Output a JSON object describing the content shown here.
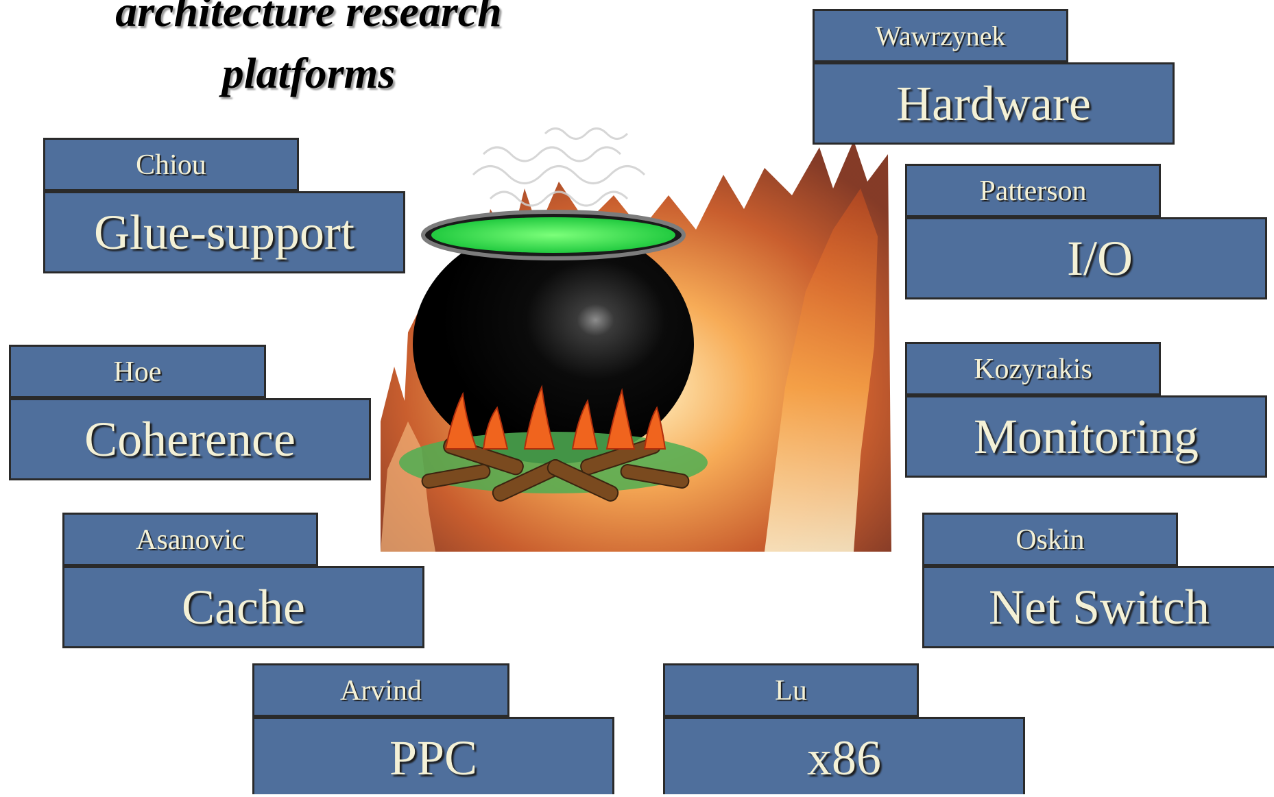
{
  "title": {
    "line1": "architecture research",
    "line2": "platforms"
  },
  "cards": {
    "wawrzynek": {
      "name": "Wawrzynek",
      "topic": "Hardware"
    },
    "chiou": {
      "name": "Chiou",
      "topic": "Glue-support"
    },
    "patterson": {
      "name": "Patterson",
      "topic": "I/O"
    },
    "hoe": {
      "name": "Hoe",
      "topic": "Coherence"
    },
    "kozyrakis": {
      "name": "Kozyrakis",
      "topic": "Monitoring"
    },
    "asanovic": {
      "name": "Asanovic",
      "topic": "Cache"
    },
    "oskin": {
      "name": "Oskin",
      "topic": "Net Switch"
    },
    "arvind": {
      "name": "Arvind",
      "topic": "PPC"
    },
    "lu": {
      "name": "Lu",
      "topic": "x86"
    }
  },
  "colors": {
    "card_fill": "#4f6f9c",
    "card_border": "#2a2a2a",
    "card_text": "#f4f1d6",
    "potion": "#2fe24a"
  },
  "illustration": "cauldron-over-fire"
}
